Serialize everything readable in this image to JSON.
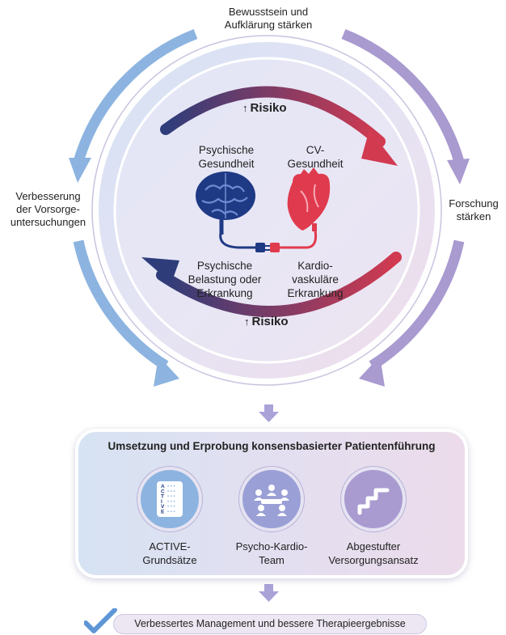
{
  "cycle": {
    "top_label": "Bewusstsein und\nAufklärung stärken",
    "left_label": "Verbesserung\nder Vorsorge-\nuntersuchungen",
    "right_label": "Forschung\nstärken"
  },
  "inner": {
    "risk_top": "Risiko",
    "risk_bottom": "Risiko",
    "mental_health": "Psychische\nGesundheit",
    "cv_health": "CV-\nGesundheit",
    "mental_disease": "Psychische\nBelastung oder\nErkrankung",
    "cv_disease": "Kardio-\nvaskuläre\nErkrankung"
  },
  "panel": {
    "title": "Umsetzung und Erprobung konsensbasierter Patientenführung",
    "items": [
      {
        "label": "ACTIVE-\nGrundsätze",
        "icon": "checklist-icon"
      },
      {
        "label": "Psycho-Kardio-\nTeam",
        "icon": "team-meeting-icon"
      },
      {
        "label": "Abgestufter\nVersorgungsansatz",
        "icon": "stairs-icon"
      }
    ]
  },
  "outcome": {
    "text": "Verbessertes Management und bessere Therapieergebnisse"
  },
  "checklist_letters": [
    "A",
    "C",
    "T",
    "I",
    "V",
    "E"
  ],
  "colors": {
    "blue_arrow": "#8db4e0",
    "purple_arrow": "#a99ad0",
    "red_arrow": "#c83a55",
    "navy_arrow": "#2c3e78",
    "brain": "#1f3a84",
    "heart": "#e03a4e"
  }
}
